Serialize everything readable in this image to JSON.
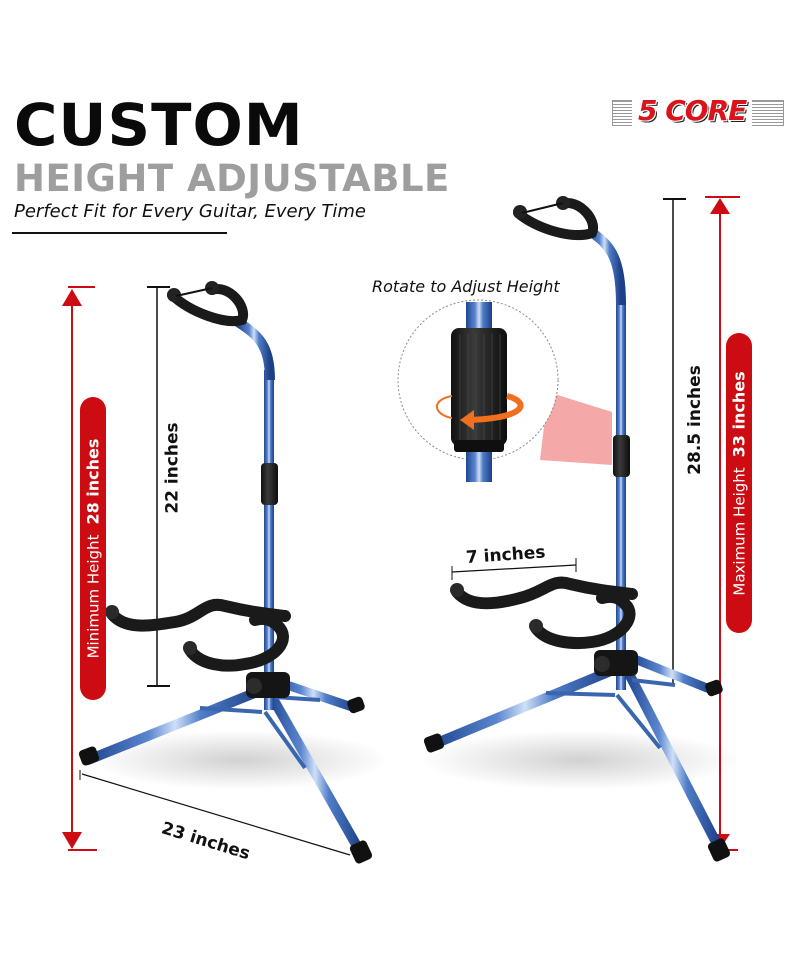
{
  "header": {
    "title": "CUSTOM",
    "subtitle": "HEIGHT ADJUSTABLE",
    "tagline": "Perfect Fit for Every Guitar, Every Time"
  },
  "brand": {
    "logo_text": "5 CORE",
    "logo_color": "#d9141b"
  },
  "left_stand": {
    "badge_label": "Minimum Height",
    "badge_value": "28 inches",
    "neck_dimension": "22 inches",
    "base_dimension": "23 inches"
  },
  "right_stand": {
    "badge_label": "Maximum Height",
    "badge_value": "33 inches",
    "neck_dimension": "28.5 inches",
    "arm_dimension": "7 inches",
    "callout": "Rotate to Adjust Height"
  },
  "colors": {
    "accent_red": "#cc0c12",
    "stand_blue": "#2f5fa8",
    "title_black": "#0a0a0a",
    "subtitle_gray": "#9e9e9e",
    "callout_pink": "#f28b8b",
    "rotate_arrow": "#f0701f"
  }
}
